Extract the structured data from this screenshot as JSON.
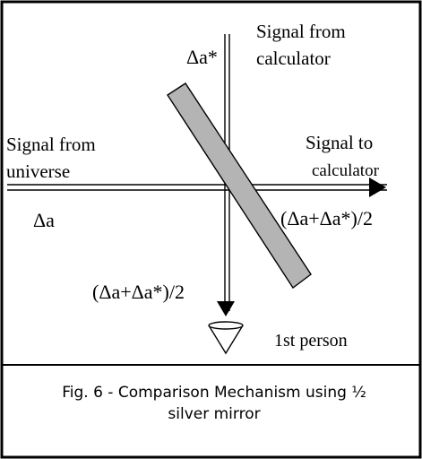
{
  "labels": {
    "signal_from_calculator_line1": "Signal from",
    "signal_from_calculator_line2": "calculator",
    "delta_a_star": "Δa*",
    "signal_from_universe_line1": "Signal from",
    "signal_from_universe_line2": "universe",
    "delta_a": "Δa",
    "signal_to_calculator_line1": "Signal to",
    "signal_to_calculator_line2": "calculator",
    "average_right": "(Δa+Δa*)/2",
    "average_bottom": "(Δa+Δa*)/2",
    "first_person": "1st person"
  },
  "caption": {
    "line1": "Fig. 6 - Comparison Mechanism using ½",
    "line2": "silver mirror"
  },
  "colors": {
    "mirror_fill": "#b4b4b4",
    "line": "#000000",
    "background": "#ffffff"
  }
}
